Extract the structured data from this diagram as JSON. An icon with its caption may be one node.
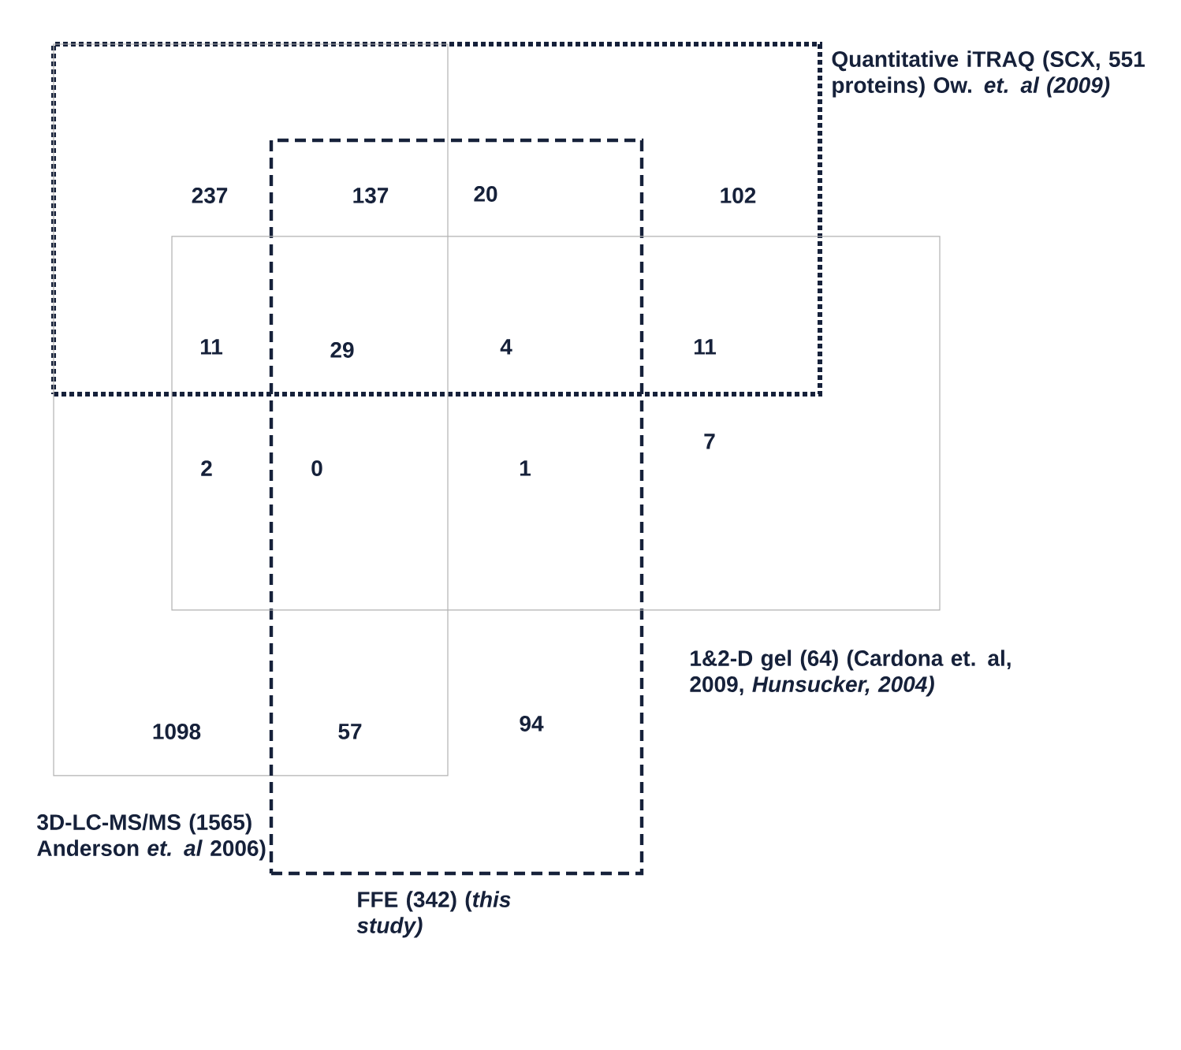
{
  "diagram": {
    "nodes": [
      {
        "text": [
          "Quantitative iTRAQ (SCX, 551 proteins) Ow. *et. al (2009)*"
        ]
      },
      {
        "text": [
          "3D-LC-MS/MS (1565) Anderson *et. al* 2006)"
        ]
      },
      {
        "text": [
          "FFE (342) (*this study)*"
        ]
      },
      {
        "text": [
          "1&2-D gel (64) (Cardona et. al, 2009, *Hunsucker, 2004)*"
        ]
      }
    ],
    "labels": [
      "237",
      "137",
      "20",
      "102",
      "11",
      "29",
      "4",
      "11",
      "2",
      "0",
      "1",
      "7",
      "1098",
      "57",
      "94"
    ]
  }
}
